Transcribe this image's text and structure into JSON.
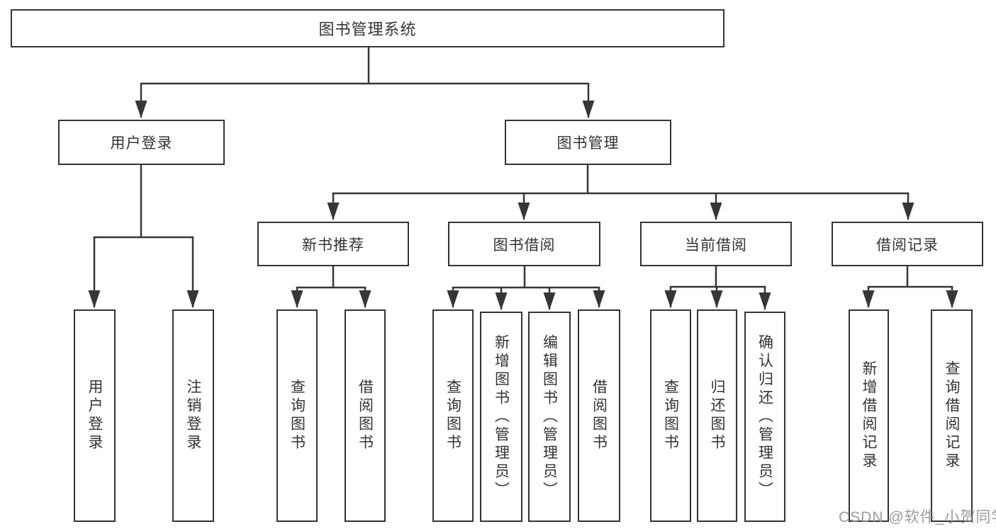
{
  "colors": {
    "background": "#ffffff",
    "line": "#363636",
    "box_border": "#343434",
    "text": "#333333",
    "watermark_text": "#949494"
  },
  "tree": {
    "root": {
      "label": "图书管理系统"
    },
    "branches": [
      {
        "label": "用户登录",
        "children": [
          {
            "label": "用户登录"
          },
          {
            "label": "注销登录"
          }
        ]
      },
      {
        "label": "图书管理",
        "children": [
          {
            "label": "新书推荐",
            "children": [
              {
                "label": "查询图书"
              },
              {
                "label": "借阅图书"
              }
            ]
          },
          {
            "label": "图书借阅",
            "children": [
              {
                "label": "查询图书"
              },
              {
                "label": "新增图书（管理员）"
              },
              {
                "label": "编辑图书（管理员）"
              },
              {
                "label": "借阅图书"
              }
            ]
          },
          {
            "label": "当前借阅",
            "children": [
              {
                "label": "查询图书"
              },
              {
                "label": "归还图书"
              },
              {
                "label": "确认归还（管理员）"
              }
            ]
          },
          {
            "label": "借阅记录",
            "children": [
              {
                "label": "新增借阅记录"
              },
              {
                "label": "查询借阅记录"
              }
            ]
          }
        ]
      }
    ]
  },
  "watermark": {
    "text": "CSDN @软件_小贺同学"
  }
}
